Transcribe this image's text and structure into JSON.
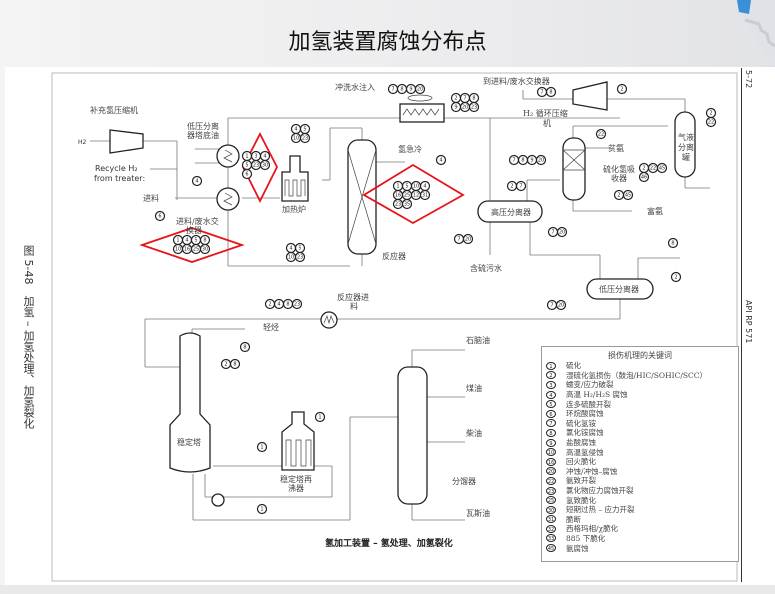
{
  "slide": {
    "title": "加氢装置腐蚀分布点"
  },
  "page": {
    "side_caption": "图 5-48　加氢 – 加氢处理、加氢裂化",
    "page_number": "5-72",
    "standard": "API RP 571",
    "footer_caption": "氢加工装置 – 氢处理、加氢裂化"
  },
  "labels": {
    "makeup_compressor": "补充氢压缩机",
    "h2": "H2",
    "recycle_h2_line1": "Recycle H₂",
    "recycle_h2_line2": "from treater:",
    "lp_sep_bottoms_1": "低压分离",
    "lp_sep_bottoms_2": "器塔底油",
    "feed": "进料",
    "feed_exchanger_1": "进料/废水交",
    "feed_exchanger_2": "换器",
    "heater": "加热炉",
    "wash_water": "冲洗水注入",
    "h2_quench": "氢急冷",
    "reactor": "反应器",
    "to_feed_exchanger": "到进料/废水交换器",
    "recycle_compressor_1": "H₂ 循环压缩",
    "recycle_compressor_2": "机",
    "lean_amine": "贫氨",
    "h2s_absorber_1": "硫化氢吸",
    "h2s_absorber_2": "收器",
    "rich_amine": "富氨",
    "ko_drum_1": "气液",
    "ko_drum_2": "分离",
    "ko_drum_3": "罐",
    "hp_separator": "高压分离器",
    "sour_water": "含硫污水",
    "lp_separator": "低压分离器",
    "reactor_feed_1": "反应器进",
    "reactor_feed_2": "料",
    "light_ends": "轻烃",
    "stabilizer": "稳定塔",
    "stab_reboiler_1": "稳定塔再",
    "stab_reboiler_2": "沸器",
    "naphtha": "石脑油",
    "kerosene": "煤油",
    "diesel": "柴油",
    "fractionator": "分馏器",
    "gas_oil": "瓦斯油"
  },
  "bubbles": {
    "recycle_exchanger": [
      "1",
      "3",
      "4",
      "5",
      "23",
      "30",
      "6"
    ],
    "feed_exchanger": [
      "1",
      "4",
      "5",
      "8",
      "10",
      "16",
      "25",
      "30"
    ],
    "feed_line": [
      "4"
    ],
    "feed_line2": [
      "6"
    ],
    "heater_outlet": [
      "4",
      "5",
      "10",
      "23"
    ],
    "heater_inlet": [
      "4",
      "5",
      "10",
      "23"
    ],
    "wash_water": [
      "7",
      "8",
      "9",
      "20"
    ],
    "air_cooler": [
      "2",
      "7",
      "8",
      "9",
      "20",
      "23"
    ],
    "reactor": [
      "1",
      "5",
      "10",
      "4",
      "16",
      "25",
      "12",
      "31",
      "23",
      "35"
    ],
    "quench": [
      "4"
    ],
    "to_feed_exch": [
      "7",
      "8"
    ],
    "recycle_comp": [
      "2"
    ],
    "ko_drum": [
      "2",
      "22"
    ],
    "hp_sep_inlet": [
      "7",
      "8",
      "9",
      "20"
    ],
    "hp_sep_top": [
      "2",
      "7"
    ],
    "absorber_top": [
      "22"
    ],
    "absorber": [
      "2",
      "22",
      "45",
      "46"
    ],
    "rich_amine": [
      "2",
      "45"
    ],
    "sour_water": [
      "7",
      "20"
    ],
    "hp_sep_liquid": [
      "7",
      "20"
    ],
    "lp_sep_gas": [
      "8"
    ],
    "lp_sep": [
      "2"
    ],
    "lp_sep_liquid": [
      "7",
      "20"
    ],
    "reactor_feed_exch": [
      "2",
      "4",
      "8",
      "23"
    ],
    "light_ends": [
      "8"
    ],
    "stabilizer": [
      "2",
      "8"
    ],
    "reboiler": [
      "1"
    ],
    "reboiler_line": [
      "1"
    ],
    "bottoms_line": [
      "1"
    ]
  },
  "legend": {
    "title": "损伤机理的关键词",
    "items": [
      {
        "num": "1",
        "text": "硫化"
      },
      {
        "num": "2",
        "text": "湿硫化氢损伤（鼓泡/HIC/SOHIC/SCC）"
      },
      {
        "num": "3",
        "text": "蠕变/应力破裂"
      },
      {
        "num": "4",
        "text": "高温 H₂/H₂S 腐蚀"
      },
      {
        "num": "5",
        "text": "连多硫酸开裂"
      },
      {
        "num": "6",
        "text": "环烷酸腐蚀"
      },
      {
        "num": "7",
        "text": "硫化氢铵"
      },
      {
        "num": "8",
        "text": "氯化铵腐蚀"
      },
      {
        "num": "9",
        "text": "盐酸腐蚀"
      },
      {
        "num": "10",
        "text": "高温氢侵蚀"
      },
      {
        "num": "16",
        "text": "回火脆化"
      },
      {
        "num": "20",
        "text": "冲蚀/冲蚀–腐蚀"
      },
      {
        "num": "22",
        "text": "氨致开裂"
      },
      {
        "num": "23",
        "text": "氯化物应力腐蚀开裂"
      },
      {
        "num": "25",
        "text": "氢致脆化"
      },
      {
        "num": "30",
        "text": "短期过热 – 应力开裂"
      },
      {
        "num": "31",
        "text": "脆断"
      },
      {
        "num": "32",
        "text": "西格玛相/χ脆化"
      },
      {
        "num": "33",
        "text": "885 下脆化"
      },
      {
        "num": "45",
        "text": "氨腐蚀"
      }
    ]
  },
  "highlight_color": "#e8141a"
}
